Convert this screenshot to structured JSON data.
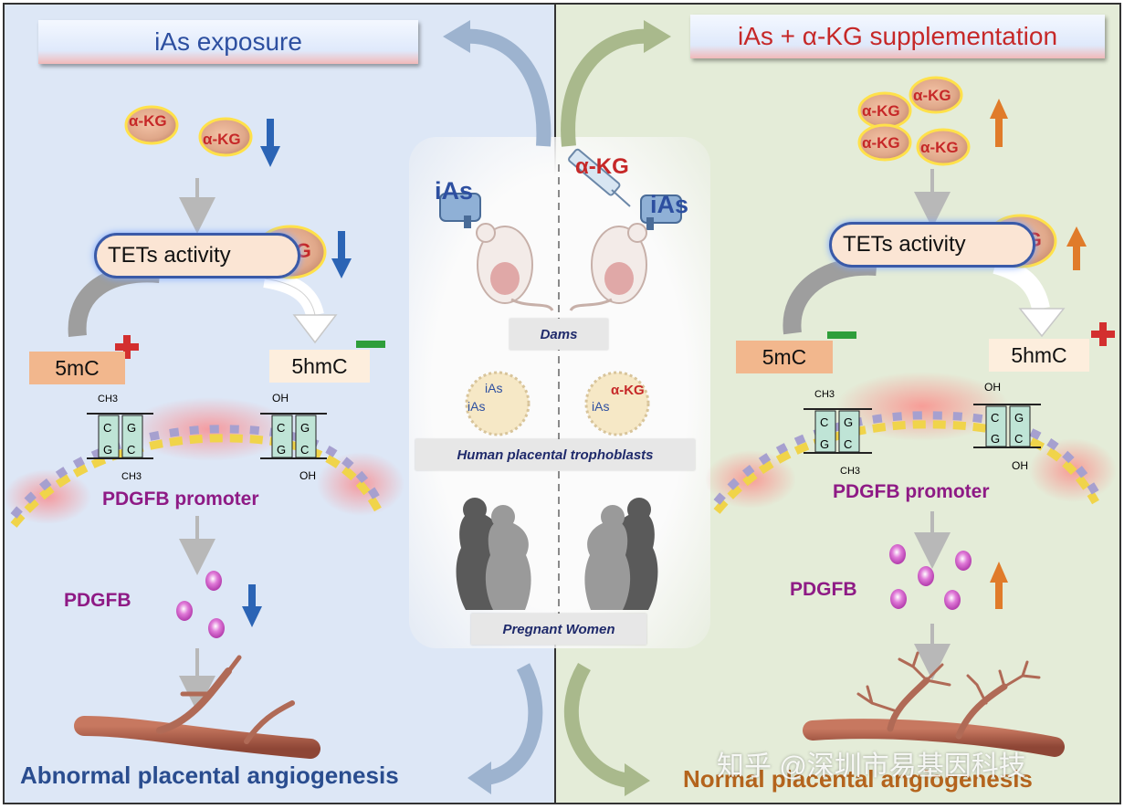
{
  "left_panel": {
    "title": "iAs exposure",
    "akg_label": "α-KG",
    "tets_label": "TETs activity",
    "mc_label": "5mC",
    "hmc_label": "5hmC",
    "promoter_label": "PDGFB promoter",
    "pdgfb_label": "PDGFB",
    "outcome_label": "Abnormal placental angiogenesis",
    "mc_sign": "+",
    "hmc_sign": "−"
  },
  "right_panel": {
    "title": "iAs + α-KG  supplementation",
    "akg_label": "α-KG",
    "tets_label": "TETs activity",
    "mc_label": "5mC",
    "hmc_label": "5hmC",
    "promoter_label": "PDGFB promoter",
    "pdgfb_label": "PDGFB",
    "outcome_label": "Normal placental angiogenesis",
    "mc_sign": "−",
    "hmc_sign": "+"
  },
  "dna": {
    "ch3": "CH3",
    "oh": "OH",
    "base_c": "C",
    "base_g": "G"
  },
  "center": {
    "ias_label": "iAs",
    "akg_label": "α-KG",
    "dams_label": "Dams",
    "cells_label": "Human placental trophoblasts",
    "women_label": "Pregnant Women"
  },
  "watermark": "知乎 @深圳市易基因科技",
  "colors": {
    "arrow_blue": "#2b64b5",
    "arrow_orange": "#e07b2a",
    "plus_red": "#d32f2f",
    "minus_green": "#2e9e3a",
    "pdgfb_purple": "#8e1a85",
    "title_blue": "#2d4fa0",
    "title_red": "#c62828"
  }
}
